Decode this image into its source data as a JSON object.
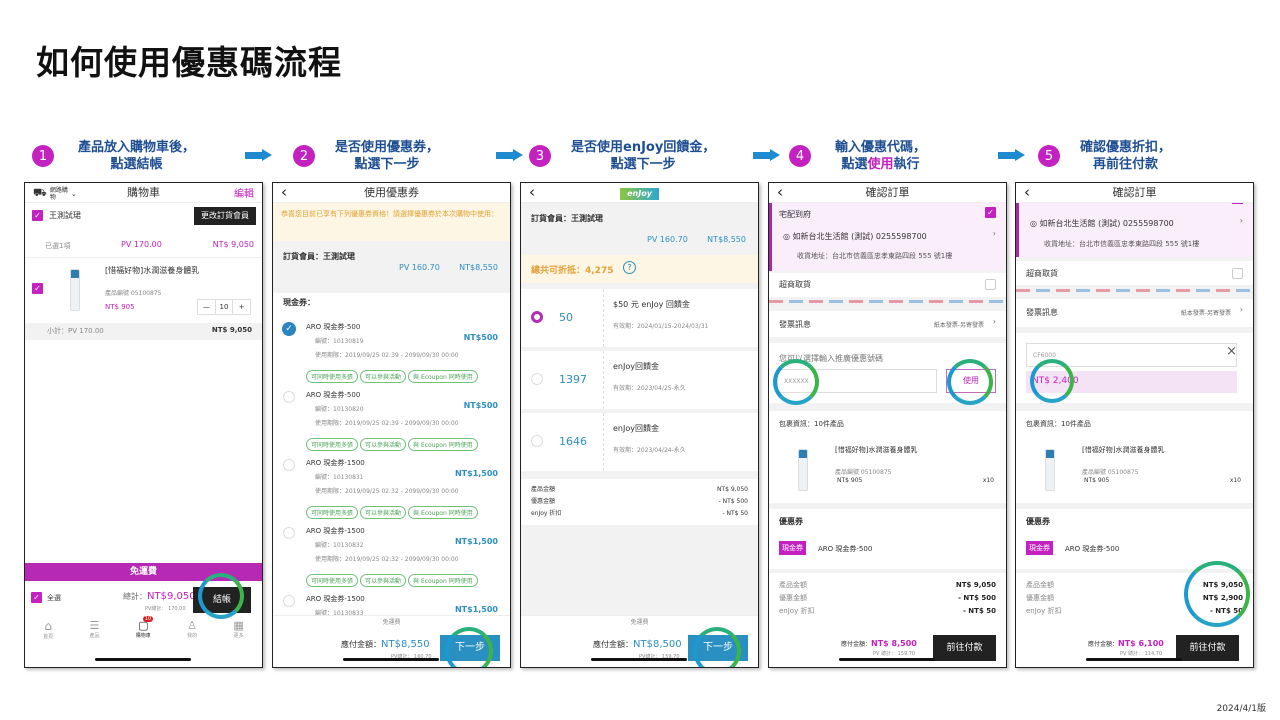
{
  "title": "如何使用優惠碼流程",
  "steps": [
    {
      "num": "1",
      "line1": "產品放入購物車後，",
      "line2": "點選結帳"
    },
    {
      "num": "2",
      "line1": "是否使用優惠券，",
      "line2": "點選下一步"
    },
    {
      "num": "3",
      "line1": "是否使用enJoy回饋金，",
      "line2": "點選下一步"
    },
    {
      "num": "4",
      "line1": "輸入優惠代碼，",
      "line2a": "點選",
      "line2b": "使用",
      "line2c": "執行"
    },
    {
      "num": "5",
      "line1": "確認優惠折扣，",
      "line2": "再前往付款"
    }
  ],
  "colors": {
    "accent": "#c322c0",
    "step_text": "#1f4f93",
    "arrow": "#1e8bd0",
    "button_blue": "#2a8fc1",
    "highlight_ring": "#2ab07c"
  },
  "screen1": {
    "mode": "網路購物",
    "title": "購物車",
    "edit": "編輯",
    "member": "王測試珺",
    "change_member": "更改訂貨會員",
    "selected": "已選1項",
    "pv": "PV 170.00",
    "amount": "NT$ 9,050",
    "product": {
      "name": "[惜福好物]水潤滋養身體乳",
      "code": "產品編號 05100875",
      "price": "NT$ 905",
      "qty": "10",
      "minus": "—",
      "plus": "+"
    },
    "subtotal_pv": "小計：PV 170.00",
    "subtotal": "NT$ 9,050",
    "free_shipping": "免運費",
    "select_all": "全選",
    "total_label": "總計：",
    "total": "NT$9,050",
    "pv_total": "PV總計：  170.00",
    "checkout": "結帳",
    "tabs": [
      {
        "label": "首頁",
        "icon": "home-icon"
      },
      {
        "label": "產品",
        "icon": "search-list-icon"
      },
      {
        "label": "購物車",
        "icon": "bag-icon",
        "badge": "10"
      },
      {
        "label": "我的",
        "icon": "user-icon"
      },
      {
        "label": "更多",
        "icon": "grid-icon"
      }
    ]
  },
  "screen2": {
    "title": "使用優惠券",
    "notice": "恭喜您目前已享有下列優惠券資格！請選擇優惠券於本次購物中使用：",
    "member": "訂貨會員：王測試珺",
    "pv": "PV 160.70",
    "amount": "NT$8,550",
    "section": "現金券：",
    "coupons": [
      {
        "name": "ARO 現金券-500",
        "code": "編號：10130819",
        "period": "使用期限：2019/09/25 02:39 - 2099/09/30 00:00",
        "value": "NT$500",
        "checked": true
      },
      {
        "name": "ARO 現金券-500",
        "code": "編號：10130820",
        "period": "使用期限：2019/09/25 02:39 - 2099/09/30 00:00",
        "value": "NT$500",
        "checked": false
      },
      {
        "name": "ARO 現金券-1500",
        "code": "編號：10130831",
        "period": "使用期限：2019/09/25 02:32 - 2099/09/30 00:00",
        "value": "NT$1,500",
        "checked": false
      },
      {
        "name": "ARO 現金券-1500",
        "code": "編號：10130832",
        "period": "使用期限：2019/09/25 02:32 - 2099/09/30 00:00",
        "value": "NT$1,500",
        "checked": false
      },
      {
        "name": "ARO 現金券-1500",
        "code": "編號：10130833",
        "value": "NT$1,500",
        "checked": false
      }
    ],
    "tags": [
      "可同時使用多張",
      "可以參與活動",
      "與 Ecoupon 同時使用"
    ],
    "free_shipping": "免運費",
    "pay_label": "應付金額：",
    "pay": "NT$8,550",
    "pv_total": "PV總計：  160.70",
    "next": "下一步"
  },
  "screen3": {
    "logo": "enJoy",
    "member": "訂貨會員：王測試珺",
    "pv": "PV 160.70",
    "amount": "NT$8,550",
    "deductible": "總共可折抵：4,275",
    "help": "?",
    "items": [
      {
        "points": "50",
        "name": "$50 元 enJoy 回饋金",
        "valid": "有效期：2024/01/15-2024/03/31",
        "selected": true
      },
      {
        "points": "1397",
        "name": "enJoy回饋金",
        "valid": "有效期：2023/04/25-永久",
        "selected": false
      },
      {
        "points": "1646",
        "name": "enJoy回饋金",
        "valid": "有效期：2023/04/24-永久",
        "selected": false
      }
    ],
    "summary": [
      {
        "label": "產品金額",
        "value": "NT$ 9,050"
      },
      {
        "label": "優惠金額",
        "value": "- NT$ 500"
      },
      {
        "label": "enJoy 折扣",
        "value": "- NT$ 50"
      }
    ],
    "free_shipping": "免運費",
    "pay_label": "應付金額：",
    "pay": "NT$8,500",
    "pv_total": "PV總計：  159.70",
    "next": "下一步"
  },
  "screen4": {
    "title": "確認訂單",
    "delivery": "宅配到府",
    "store": "如新台北生活館 (測試)  0255598700",
    "address": "收貨地址：台北市信義區忠孝東路四段 555 號1樓",
    "pickup": "超商取貨",
    "invoice": "發票訊息",
    "invoice_type": "紙本發票-另寄發票",
    "promo_label": "您可以選擇輸入推廣優惠號碼",
    "promo_value": "XXXXXX",
    "use": "使用",
    "package": "包裹資訊：10件產品",
    "product": {
      "name": "[惜福好物]水潤滋養身體乳",
      "code": "產品編號 05100875",
      "price": "NT$ 905",
      "qty": "x10"
    },
    "coupon_section": "優惠券",
    "coupon_tag": "現金券",
    "coupon_name": "ARO 現金券-500",
    "summary": [
      {
        "label": "產品金額",
        "value": "NT$ 9,050"
      },
      {
        "label": "優惠金額",
        "value": "- NT$ 500"
      },
      {
        "label": "enJoy 折扣",
        "value": "- NT$ 50"
      }
    ],
    "pay_label": "應付金額：",
    "pay": "NT$ 8,500",
    "pv_total": "PV 總計：  159.70",
    "go_pay": "前往付款"
  },
  "screen5": {
    "title": "確認訂單",
    "store": "如新台北生活館 (測試)  0255598700",
    "address": "收貨地址：台北市信義區忠孝東路四段 555 號1樓",
    "pickup": "超商取貨",
    "invoice": "發票訊息",
    "invoice_type": "紙本發票-另寄發票",
    "promo_value": "CF6000",
    "promo_discount": "NT$ 2,400",
    "package": "包裹資訊：10件產品",
    "product": {
      "name": "[惜福好物]水潤滋養身體乳",
      "code": "產品編號 05100875",
      "price": "NT$ 905",
      "qty": "x10"
    },
    "coupon_section": "優惠券",
    "coupon_tag": "現金券",
    "coupon_name": "ARO 現金券-500",
    "summary": [
      {
        "label": "產品金額",
        "value": "NT$ 9,050"
      },
      {
        "label": "優惠金額",
        "value": "NT$ 2,900"
      },
      {
        "label": "enJoy 折扣",
        "value": "- NT$ 50"
      }
    ],
    "pay_label": "應付金額：",
    "pay": "NT$ 6,100",
    "pv_total": "PV 總計：  114.70",
    "go_pay": "前往付款"
  },
  "version": "2024/4/1版"
}
